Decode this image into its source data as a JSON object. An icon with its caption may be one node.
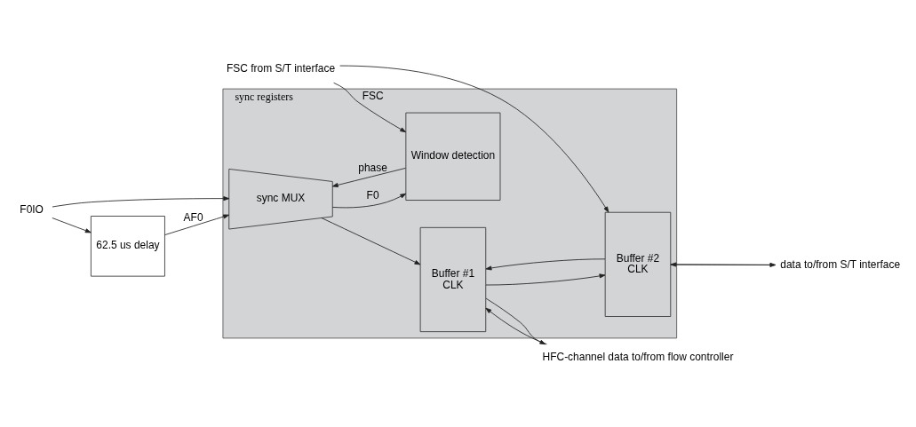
{
  "diagram": {
    "nodes": [
      {
        "text": [
          "sync registers"
        ]
      },
      {
        "text": [
          "HFC-channel data to/from flow controller"
        ]
      },
      {
        "text": [
          "Buffer #1",
          "CLK"
        ],
        "in": 0
      },
      {
        "text": [
          "Buffer #2",
          "CLK"
        ],
        "in": 0
      },
      {
        "text": [
          "data to/from S/T interface"
        ]
      },
      {
        "text": [
          "FSC from S/T interface"
        ]
      },
      {
        "text": [
          "sync MUX"
        ],
        "in": 0
      },
      {
        "text": [
          "Window detection"
        ],
        "in": 0
      },
      {
        "text": [
          "F0IO"
        ]
      },
      {
        "text": [
          "62.5 us delay"
        ]
      }
    ],
    "edges": [
      {
        "from": 2,
        "to": 1,
        "arrow": "to"
      },
      {
        "from": 1,
        "to": 2,
        "arrow": "to"
      },
      {
        "from": 3,
        "to": 2,
        "arrow": "to"
      },
      {
        "from": 2,
        "to": 3,
        "arrow": "to"
      },
      {
        "from": 4,
        "to": 3,
        "arrow": "to"
      },
      {
        "from": 3,
        "to": 4,
        "arrow": "to"
      },
      {
        "from": 6,
        "to": 2,
        "arrow": "to"
      },
      {
        "from": 5,
        "to": 3,
        "arrow": "to"
      },
      {
        "from": 5,
        "to": 7,
        "label": "FSC",
        "arrow": "to"
      },
      {
        "from": 6,
        "to": 7,
        "label": "F0",
        "arrow": "to"
      },
      {
        "from": 7,
        "to": 6,
        "label": "phase",
        "arrow": "to"
      },
      {
        "from": 8,
        "to": 6,
        "arrow": "to"
      },
      {
        "from": 8,
        "to": 9,
        "arrow": "to"
      },
      {
        "from": 9,
        "to": 6,
        "label": "AF0",
        "arrow": "to"
      }
    ]
  }
}
